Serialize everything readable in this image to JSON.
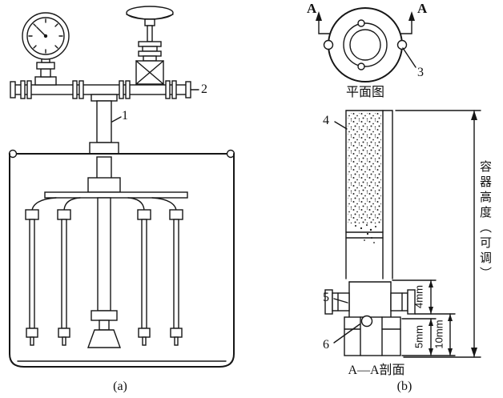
{
  "figure": {
    "ink_color": "#161616"
  },
  "panel_a": {
    "caption": "(a)",
    "callouts": {
      "c1": "1",
      "c2": "2"
    }
  },
  "panel_b": {
    "caption": "(b)",
    "plan_caption": "平面图",
    "section_caption": "A—A剖面",
    "section_marker_left": "A",
    "section_marker_right": "A",
    "callouts": {
      "c3": "3",
      "c4": "4",
      "c5": "5",
      "c6": "6"
    },
    "dimensions": {
      "d4": "4mm",
      "d5": "5mm",
      "d10": "10mm",
      "height": "容器高度（可调）"
    }
  }
}
